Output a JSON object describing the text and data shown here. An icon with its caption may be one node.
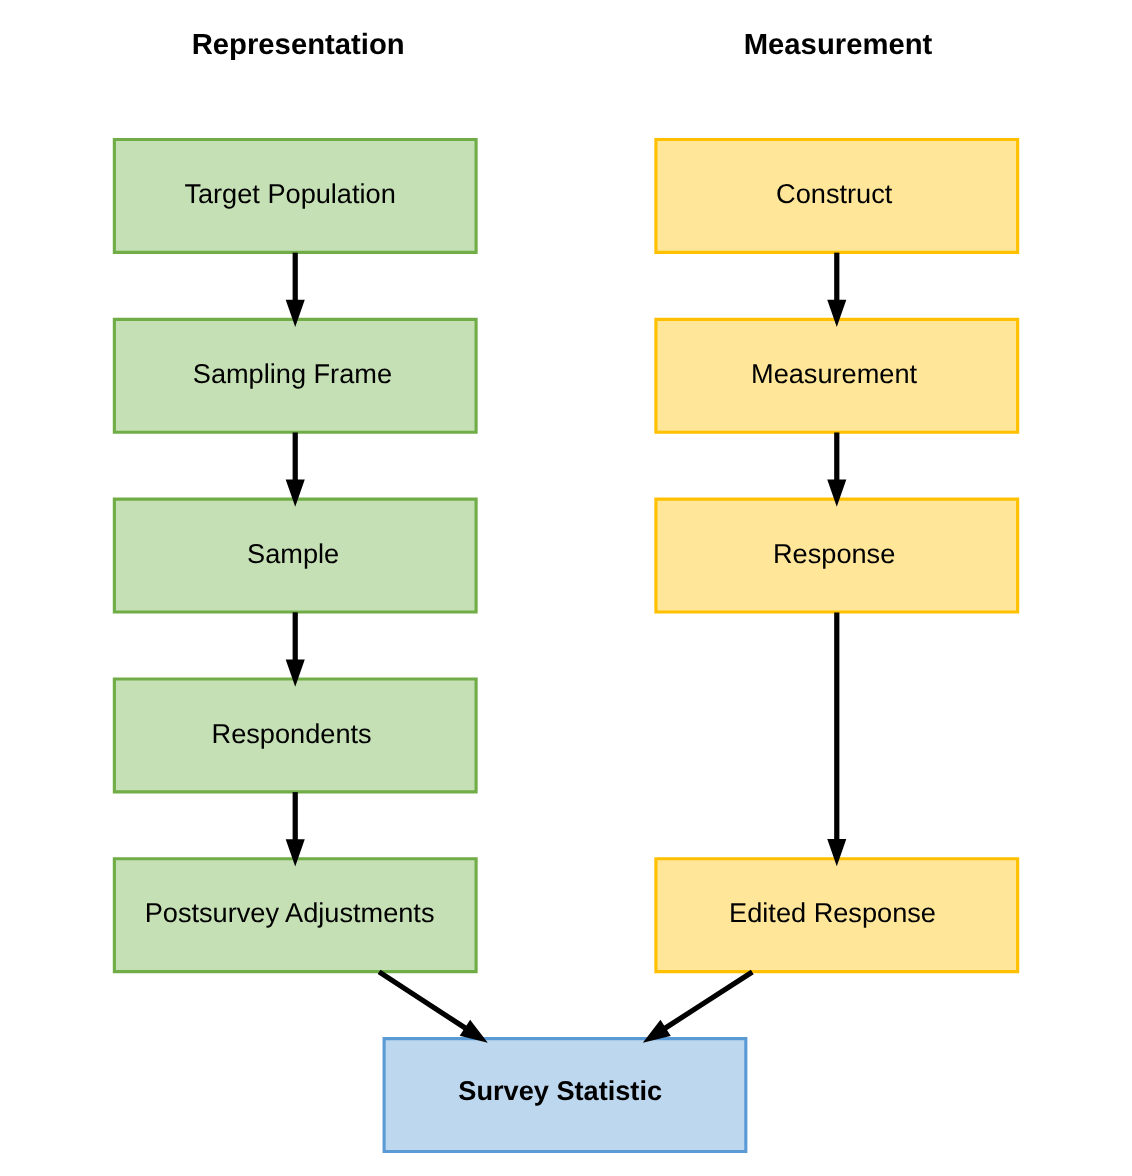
{
  "diagram": {
    "nodes": [
      {
        "text": [
          "Construct"
        ]
      },
      {
        "text": [
          "Measurement"
        ]
      },
      {
        "text": [
          "Response"
        ]
      },
      {
        "text": [
          "Edited Response"
        ]
      },
      {
        "text": [
          "Target Population"
        ]
      },
      {
        "text": [
          "Sampling Frame"
        ]
      },
      {
        "text": [
          "Sample"
        ]
      },
      {
        "text": [
          "Respondents"
        ]
      },
      {
        "text": [
          "Postsurvey Adjustments"
        ]
      },
      {
        "text": [
          "Survey Statistic"
        ]
      }
    ],
    "edges": [
      {
        "from": 0,
        "to": 1,
        "arrow": "to"
      },
      {
        "from": 1,
        "to": 2,
        "arrow": "to"
      },
      {
        "from": 2,
        "to": 3,
        "arrow": "to"
      },
      {
        "from": 4,
        "to": 5,
        "arrow": "to"
      },
      {
        "from": 5,
        "to": 6,
        "arrow": "to"
      },
      {
        "from": 6,
        "to": 7,
        "arrow": "to"
      },
      {
        "from": 7,
        "to": 8,
        "arrow": "to"
      },
      {
        "from": 3,
        "to": 9,
        "arrow": "to"
      },
      {
        "from": 8,
        "to": 9,
        "arrow": "to"
      }
    ],
    "labels": [
      "Measurement",
      "Representation"
    ]
  }
}
